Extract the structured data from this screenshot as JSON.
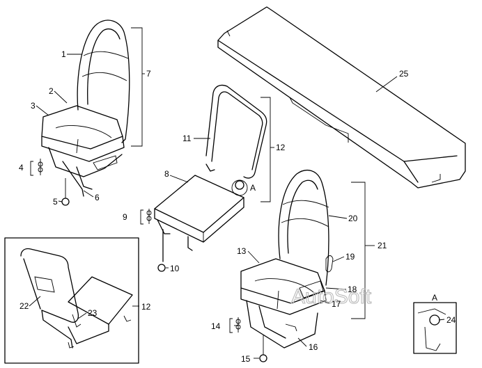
{
  "callouts": [
    {
      "id": "c1",
      "text": "1"
    },
    {
      "id": "c2",
      "text": "2"
    },
    {
      "id": "c3",
      "text": "3"
    },
    {
      "id": "c4",
      "text": "4"
    },
    {
      "id": "c5",
      "text": "5"
    },
    {
      "id": "c6",
      "text": "6"
    },
    {
      "id": "c7",
      "text": "7"
    },
    {
      "id": "c8",
      "text": "8"
    },
    {
      "id": "c9",
      "text": "9"
    },
    {
      "id": "c10",
      "text": "10"
    },
    {
      "id": "c11",
      "text": "11"
    },
    {
      "id": "c12",
      "text": "12"
    },
    {
      "id": "c12b",
      "text": "12"
    },
    {
      "id": "c13",
      "text": "13"
    },
    {
      "id": "c14",
      "text": "14"
    },
    {
      "id": "c15",
      "text": "15"
    },
    {
      "id": "c16",
      "text": "16"
    },
    {
      "id": "c17",
      "text": "17"
    },
    {
      "id": "c18",
      "text": "18"
    },
    {
      "id": "c19",
      "text": "19"
    },
    {
      "id": "c20",
      "text": "20"
    },
    {
      "id": "c21",
      "text": "21"
    },
    {
      "id": "c22",
      "text": "22"
    },
    {
      "id": "c23",
      "text": "23"
    },
    {
      "id": "c24",
      "text": "24"
    },
    {
      "id": "c25",
      "text": "25"
    },
    {
      "id": "cA1",
      "text": "A"
    },
    {
      "id": "cA2",
      "text": "A"
    }
  ],
  "watermark": "AutoSoft"
}
